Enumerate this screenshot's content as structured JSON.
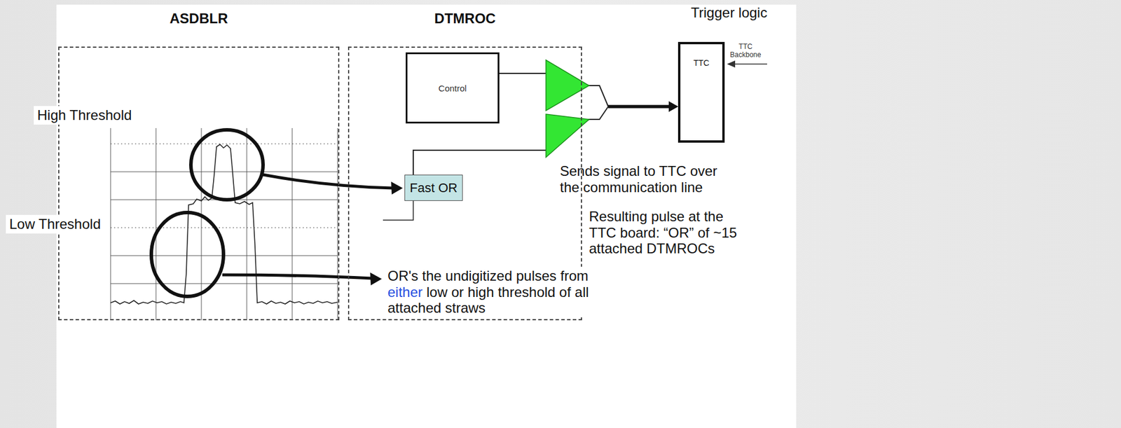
{
  "diagram": {
    "nodes": [
      {
        "text": [
          "ASDBLR"
        ]
      },
      {
        "text": [
          "DTMROC"
        ]
      },
      {
        "text": [
          "Control"
        ],
        "in": 1
      },
      {
        "text": [
          "Fast OR"
        ],
        "in": 1
      },
      {
        "text": [
          "Trigger logic",
          "TTC"
        ]
      }
    ],
    "edges": [
      {
        "from": 2,
        "to": 4,
        "arrow": "to"
      },
      {
        "from": 3,
        "to": 4,
        "arrow": "to"
      }
    ],
    "labels": [
      "High Threshold",
      "Low Threshold",
      "Sends signal to TTC over the communication line",
      "OR's the undigitized pulses from either low or high threshold of all attached straws",
      "Resulting pulse at the TTC board: “OR” of ~15 attached DTMROCs",
      "TTC Backbone"
    ]
  }
}
